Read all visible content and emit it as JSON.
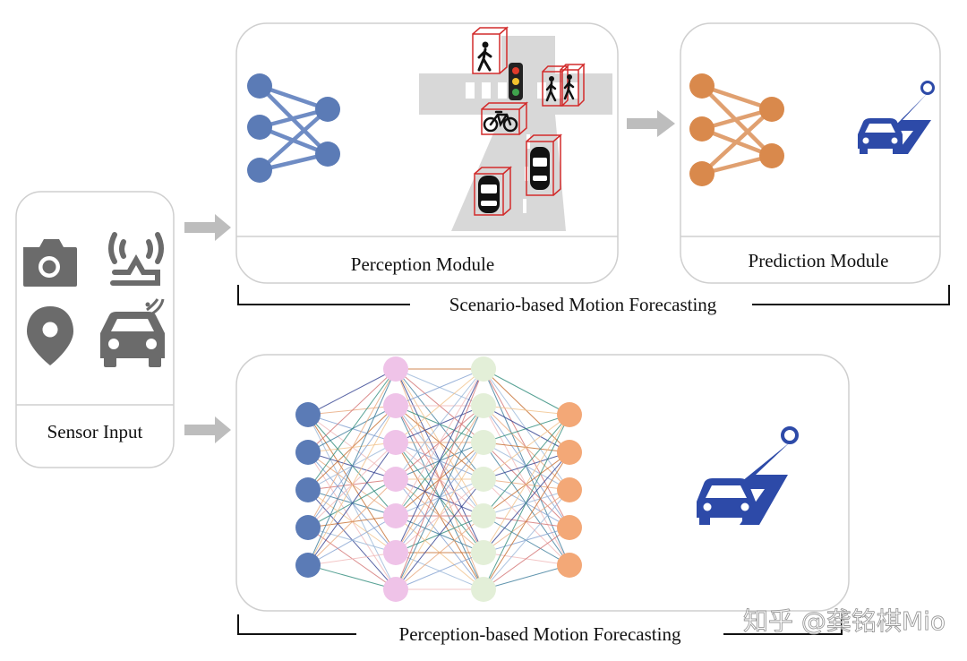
{
  "labels": {
    "sensor_input": "Sensor Input",
    "perception_module": "Perception Module",
    "prediction_module": "Prediction Module",
    "scenario_based": "Scenario-based Motion Forecasting",
    "perception_based": "Perception-based Motion Forecasting"
  },
  "watermark": "知乎 @龚铭棋Mio",
  "colors": {
    "box_border": "#cfcfcf",
    "arrow": "#bdbdbd",
    "icon_gray": "#6b6b6b",
    "blue_node": "#5b7bb6",
    "orange_node": "#d9894c",
    "pink_node": "#efc3e8",
    "green_node": "#e3efd8",
    "peach_node": "#f3a877",
    "car_blue": "#2d4aa8",
    "bbox_red": "#d22b2b",
    "road_gray": "#d8d8d8"
  },
  "icons": [
    "camera-icon",
    "radar-icon",
    "location-pin-icon",
    "connected-car-icon",
    "pedestrian-icon",
    "traffic-light-icon",
    "bicycle-icon",
    "car-icon",
    "car-trajectory-icon"
  ]
}
